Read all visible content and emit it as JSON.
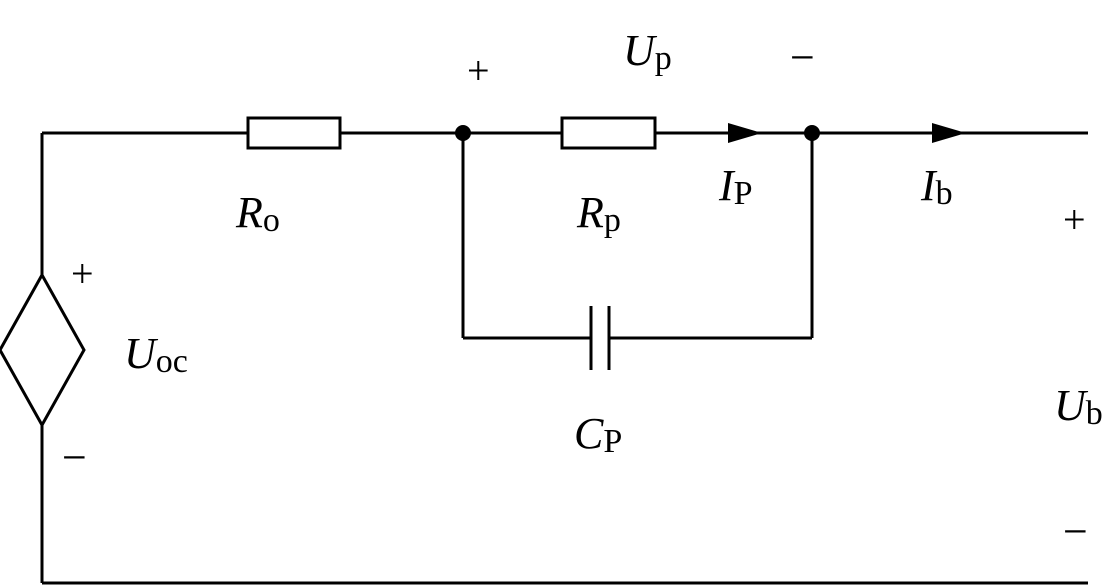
{
  "labels": {
    "Uoc": {
      "main": "U",
      "sub": "oc"
    },
    "Ro": {
      "main": "R",
      "sub": "o"
    },
    "Rp": {
      "main": "R",
      "sub": "p"
    },
    "Up": {
      "main": "U",
      "sub": "p"
    },
    "Ip": {
      "main": "I",
      "sub": "P"
    },
    "Ib": {
      "main": "I",
      "sub": "b"
    },
    "Cp": {
      "main": "C",
      "sub": "P"
    },
    "Ub": {
      "main": "U",
      "sub": "b"
    }
  },
  "signs": {
    "plus": "+",
    "minus": "−"
  }
}
